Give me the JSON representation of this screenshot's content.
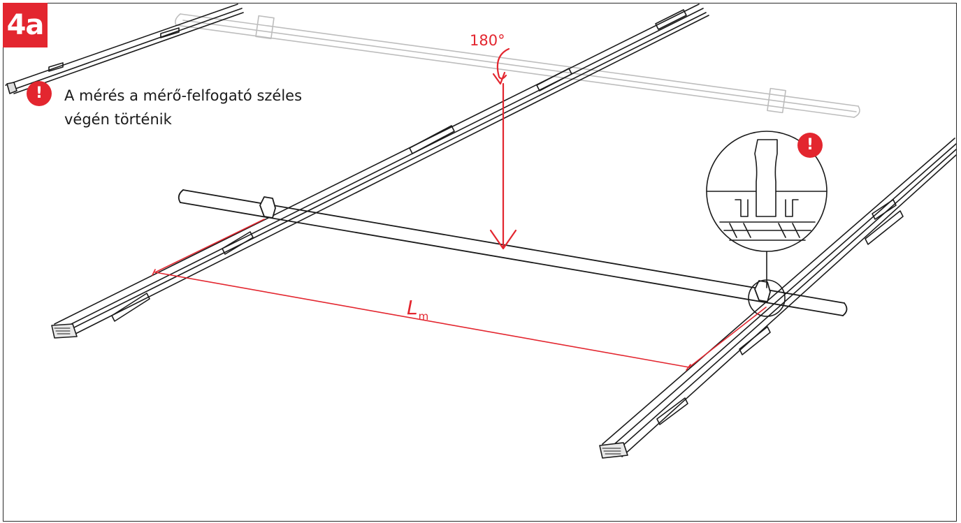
{
  "step": {
    "label": "4a"
  },
  "note": {
    "line1": "A mérés a mérő-felfogató széles",
    "line2": "végén történik"
  },
  "warning": {
    "glyph": "!"
  },
  "rotation": {
    "label": "180°"
  },
  "measurement": {
    "symbol": "L",
    "subscript": "m"
  },
  "colors": {
    "accent": "#e3262f",
    "line": "#1a1a1a",
    "ghost": "#c8c8c8"
  }
}
